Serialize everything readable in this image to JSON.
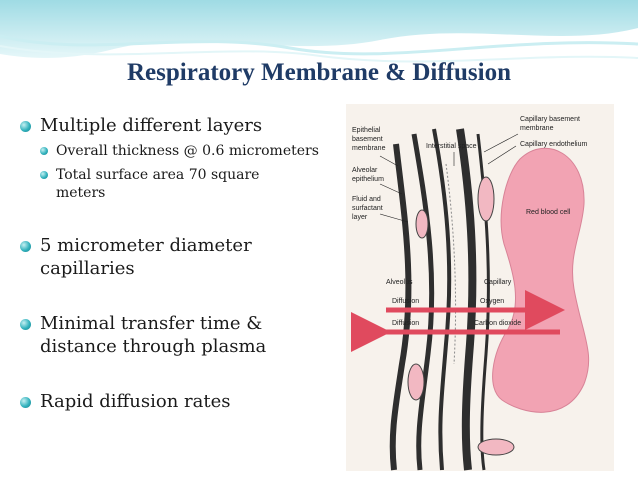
{
  "title": "Respiratory Membrane & Diffusion",
  "bullets": [
    {
      "text": "Multiple different layers",
      "sub": [
        "Overall thickness @ 0.6 micrometers",
        "Total surface area 70 square meters"
      ]
    },
    {
      "text": "5 micrometer diameter capillaries"
    },
    {
      "text": "Minimal transfer time & distance through plasma"
    },
    {
      "text": "Rapid diffusion rates"
    }
  ],
  "figure_labels": {
    "epithelial_basement_membrane": [
      "Epithelial",
      "basement",
      "membrane"
    ],
    "interstitial_space": "Interstitial space",
    "capillary_basement_membrane": [
      "Capillary basement",
      "membrane"
    ],
    "capillary_endothelium": "Capillary endothelium",
    "alveolar_epithelium": [
      "Alveolar",
      "epithelium"
    ],
    "fluid_and_surfactant_layer": [
      "Fluid and",
      "surfactant",
      "layer"
    ],
    "red_blood_cell": "Red blood cell",
    "alveolus": "Alveolus",
    "capillary": "Capillary",
    "diffusion_1": "Diffusion",
    "oxygen": "Oxygen",
    "diffusion_2": "Diffusion",
    "carbon_dioxide": "Carbon dioxide"
  },
  "colors": {
    "title": "#1f3b66",
    "bullet": "#2aa7b3",
    "wave": "#bfe8ee",
    "arrow": "#e04a5e",
    "rbc": "#f2a3b3"
  }
}
